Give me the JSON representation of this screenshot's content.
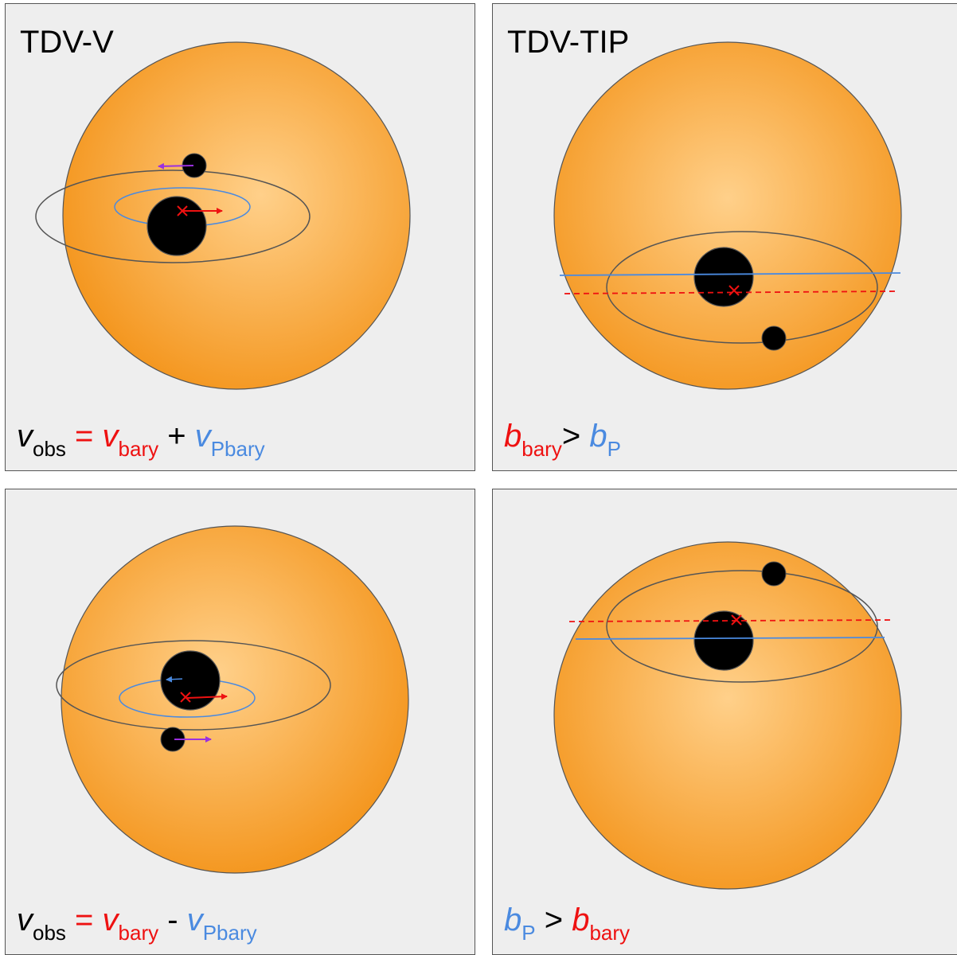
{
  "colors": {
    "star_center": "#ffd08a",
    "star_edge": "#f4961e",
    "red": "#ee1111",
    "blue": "#4a8ae0",
    "purple": "#9b30e0",
    "orbit": "#555555",
    "panel_bg": "#eeeeee"
  },
  "panels": {
    "tl": {
      "title": "TDV-V",
      "formula": {
        "v": "v",
        "obs": "obs",
        "eq": "=",
        "bary": "bary",
        "op": "+",
        "pbary": "Pbary"
      }
    },
    "tr": {
      "title": "TDV-TIP",
      "formula": {
        "b": "b",
        "bary": "bary",
        "op": ">",
        "p": "P"
      }
    },
    "bl": {
      "title": "",
      "formula": {
        "v": "v",
        "obs": "obs",
        "eq": "=",
        "bary": "bary",
        "op": "-",
        "pbary": "Pbary"
      }
    },
    "br": {
      "title": "",
      "formula": {
        "b": "b",
        "p": "P",
        "op": ">",
        "bary": "bary"
      }
    }
  }
}
